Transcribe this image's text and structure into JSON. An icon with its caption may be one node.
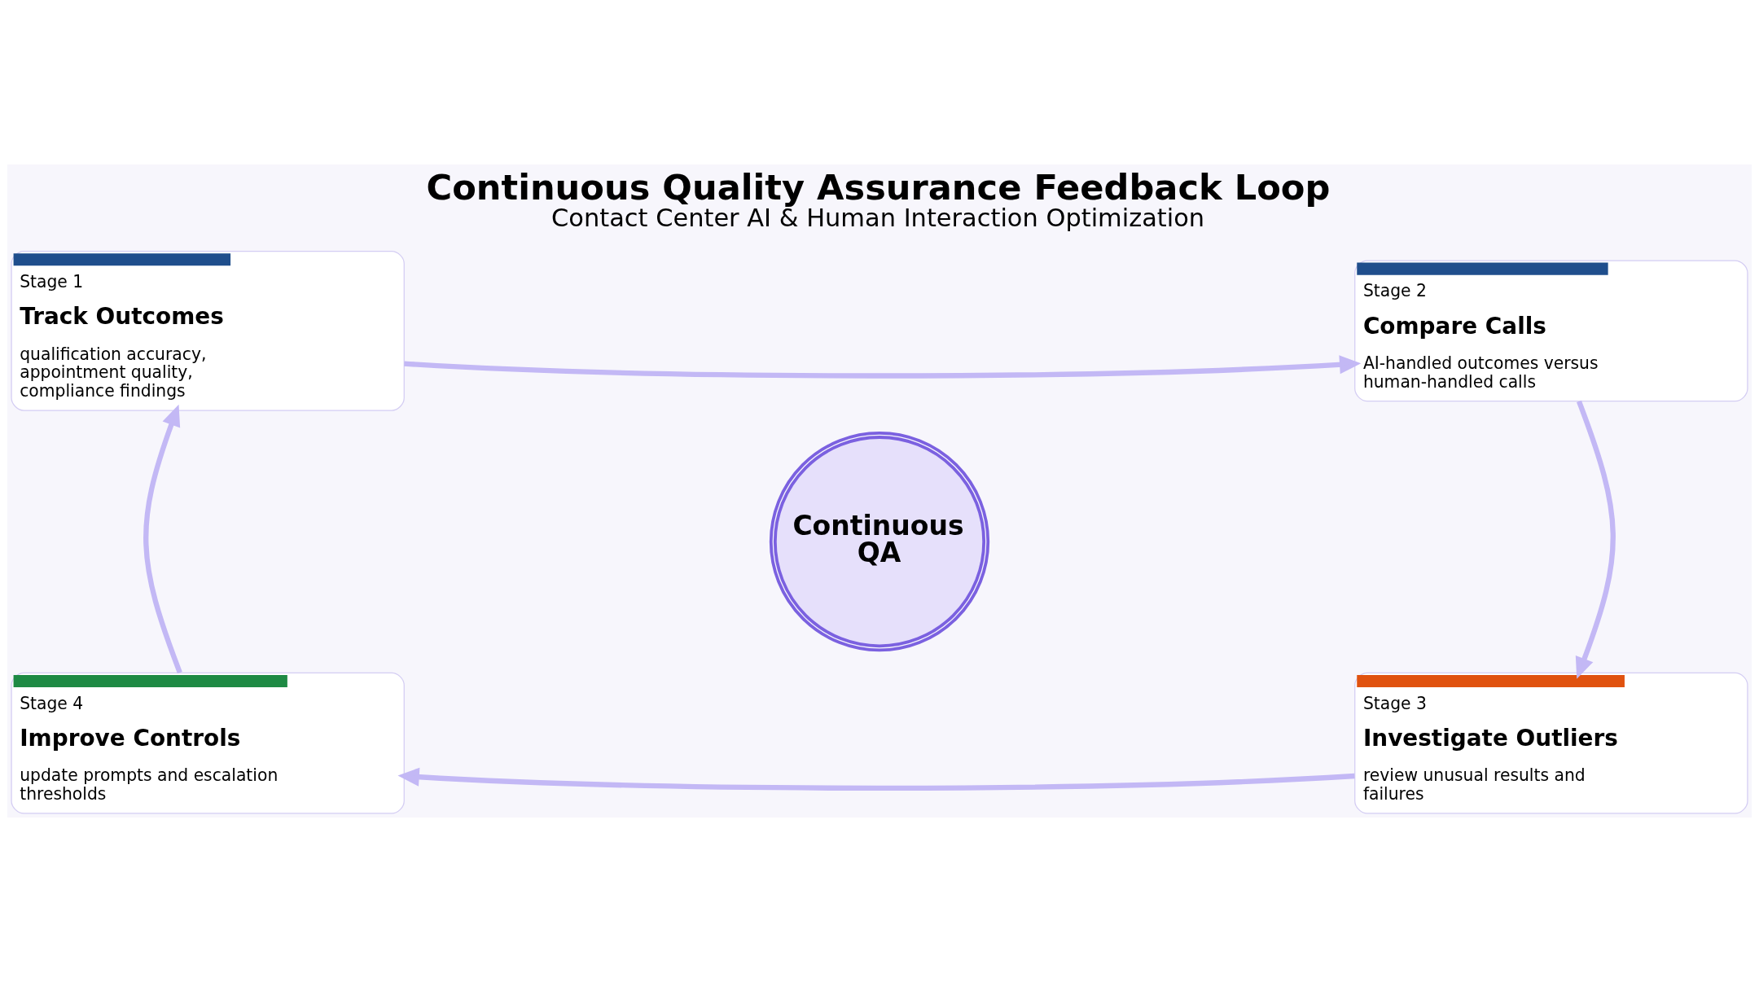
{
  "diagram": {
    "title": "Continuous Quality Assurance Feedback Loop",
    "caption": "Contact Center AI & Human Interaction Optimization",
    "nodes": [
      {
        "text": [
          "Stage 1",
          "Track Outcomes",
          "qualification accuracy, appointment quality, compliance findings"
        ]
      },
      {
        "text": [
          "Stage 2",
          "Compare Calls",
          "AI-handled outcomes versus human-handled calls"
        ]
      },
      {
        "text": [
          "Continuous QA"
        ]
      },
      {
        "text": [
          "Stage 4",
          "Improve Controls",
          "update prompts and escalation thresholds"
        ]
      },
      {
        "text": [
          "Stage 3",
          "Investigate Outliers",
          "review unusual results and failures"
        ]
      }
    ],
    "edges": [
      {
        "from": 0,
        "to": 1,
        "arrow": "to"
      },
      {
        "from": 1,
        "to": 4,
        "arrow": "to"
      },
      {
        "from": 4,
        "to": 3,
        "arrow": "to"
      },
      {
        "from": 3,
        "to": 0,
        "arrow": "to"
      }
    ]
  }
}
